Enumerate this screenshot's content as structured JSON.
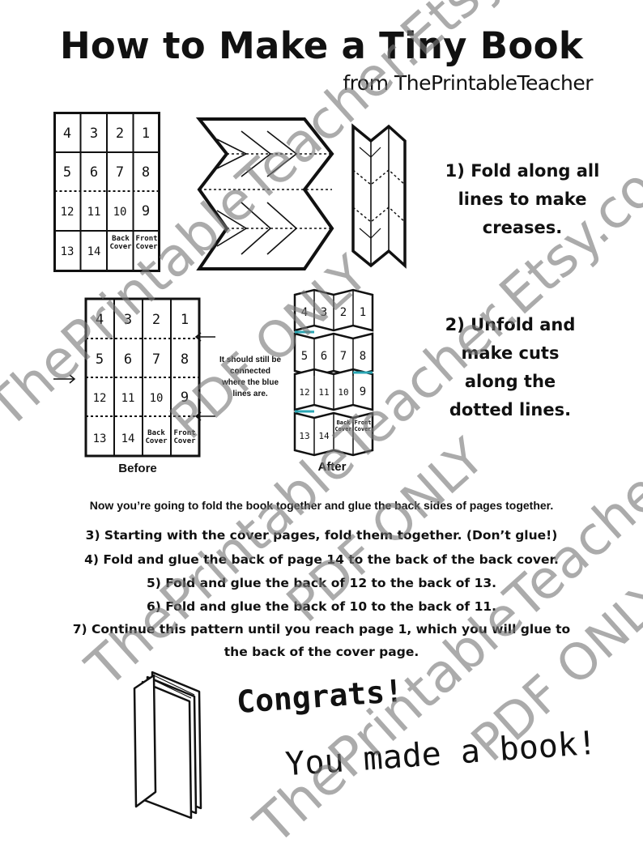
{
  "header": {
    "title": "How to Make a Tiny Book",
    "subtitle": "from ThePrintableTeacher"
  },
  "grid": {
    "rows": [
      [
        "4",
        "3",
        "2",
        "1"
      ],
      [
        "5",
        "6",
        "7",
        "8"
      ],
      [
        "12",
        "11",
        "10",
        "9"
      ],
      [
        "13",
        "14",
        "Back Cover",
        "Front Cover"
      ]
    ]
  },
  "step1": {
    "lines": [
      "1) Fold along all",
      "lines to make",
      "creases."
    ]
  },
  "step2": {
    "lines": [
      "2) Unfold and",
      "make cuts",
      "along the",
      "dotted lines."
    ]
  },
  "diagram_note": {
    "lines": [
      "It should still be",
      "connected",
      "where the blue",
      "lines are."
    ]
  },
  "captions": {
    "before": "Before",
    "after": "After"
  },
  "intro": "Now you’re going to fold the book together and glue the back sides of pages together.",
  "instructions": [
    "3) Starting with the cover pages, fold them together. (Don’t glue!)",
    "4) Fold and glue the back of page 14 to the back of the back cover.",
    "5) Fold and glue the back of 12 to the back of 13.",
    "6) Fold and glue the back of 10 to the back of 11.",
    "7) Continue this pattern until you reach page 1, which you will glue to",
    "the back of the cover page."
  ],
  "congrats": {
    "line1": "Congrats!",
    "line2": "You made a book!"
  },
  "watermark": {
    "site": "ThePrintableTeacher.Etsy.com",
    "tag": "PDF ONLY"
  },
  "colors": {
    "ink": "#111111",
    "accent_blue": "#2aa6b4",
    "watermark_gray": "#7a7a7a"
  }
}
